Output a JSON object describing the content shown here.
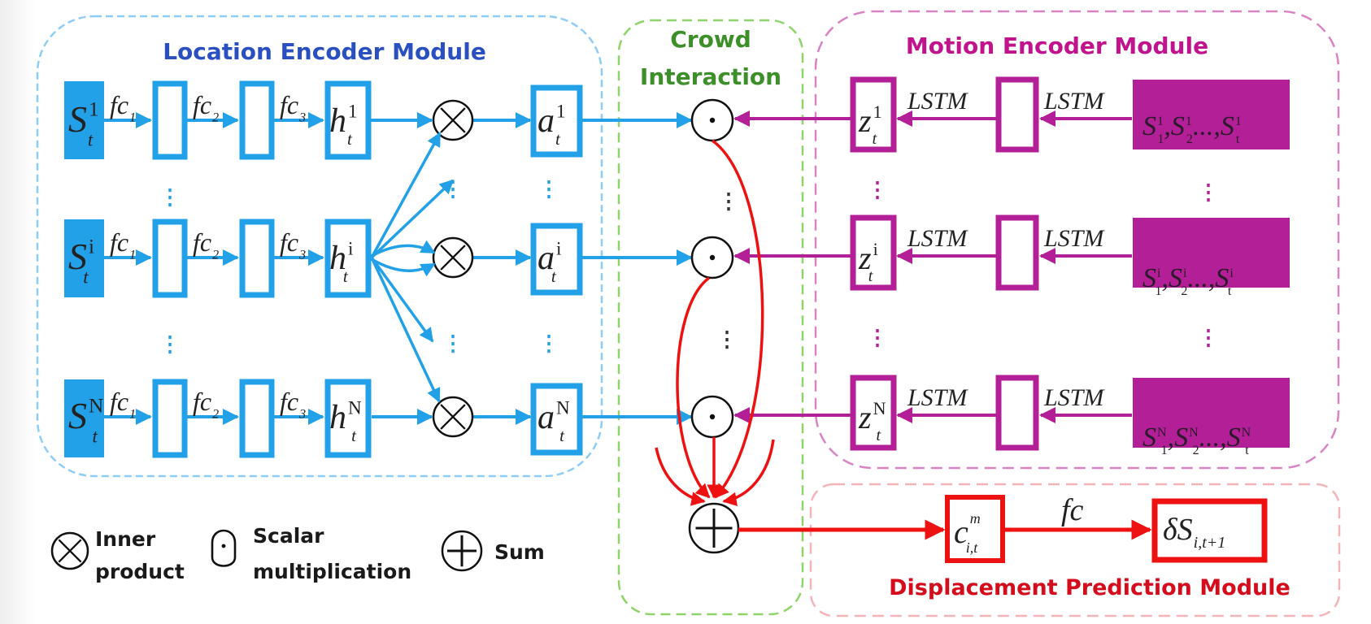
{
  "modules": {
    "location": {
      "title": "Location Encoder Module",
      "color": "#2a4fc0",
      "border": "#8ecdf5"
    },
    "crowd": {
      "title_lines": [
        "Crowd",
        "Interaction"
      ],
      "color": "#3d8f2a",
      "border": "#8fd46a"
    },
    "motion": {
      "title": "Motion Encoder Module",
      "color": "#c0138c",
      "border": "#d884c4"
    },
    "displacement": {
      "title": "Displacement Prediction Module",
      "color": "#d40c1c",
      "border": "#f4b5b8"
    }
  },
  "colors": {
    "blue": "#22a0e8",
    "magenta": "#b31f97",
    "red": "#ee1111",
    "black": "#111111"
  },
  "rows": [
    {
      "id": "1",
      "s_sup": "1",
      "h_sup": "1",
      "a_sup": "1",
      "z_sup": "1",
      "seq_sup": "1"
    },
    {
      "id": "i",
      "s_sup": "i",
      "h_sup": "i",
      "a_sup": "i",
      "z_sup": "i",
      "seq_sup": "i"
    },
    {
      "id": "N",
      "s_sup": "N",
      "h_sup": "N",
      "a_sup": "N",
      "z_sup": "N",
      "seq_sup": "N"
    }
  ],
  "labels": {
    "s_base": "S",
    "s_sub": "t",
    "fc": [
      "fc",
      "fc",
      "fc"
    ],
    "fc_subs": [
      "1",
      "2",
      "3"
    ],
    "h_base": "h",
    "h_sub": "t",
    "a_base": "a",
    "a_sub": "t",
    "z_base": "z",
    "z_sub": "t",
    "lstm": "LSTM",
    "seq_base": "S",
    "seq_subs": [
      "1",
      "2",
      "t"
    ],
    "seq_sep": ",",
    "seq_ellipsis": "...,",
    "c_base": "c",
    "c_sup": "m",
    "c_sub": "i,t",
    "fc_out": "fc",
    "ds_base": "δS",
    "ds_sub": "i,t+1",
    "ellipsis": "⋮"
  },
  "ops": {
    "inner_product": "inner-product-op",
    "scalar_mult": "scalar-mult-op",
    "sum": "sum-op"
  },
  "legend": [
    {
      "icon": "inner-product-icon",
      "lines": [
        "Inner",
        "product"
      ]
    },
    {
      "icon": "scalar-multiplication-icon",
      "lines": [
        "Scalar",
        "multiplication"
      ]
    },
    {
      "icon": "sum-icon",
      "lines": [
        "Sum"
      ]
    }
  ]
}
